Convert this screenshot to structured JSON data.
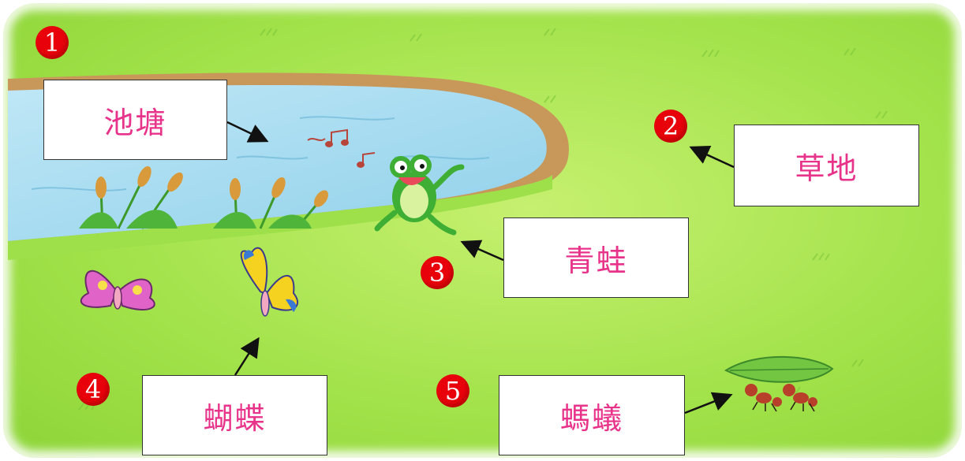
{
  "labels": {
    "pond": "池塘",
    "grass": "草地",
    "frog": "青蛙",
    "butterfly": "蝴蝶",
    "ant": "螞蟻"
  },
  "badges": {
    "one": "1",
    "two": "2",
    "three": "3",
    "four": "4",
    "five": "5"
  },
  "colors": {
    "label_text": "#e8338a",
    "badge": "#e8000b",
    "grass": "#9ee04a",
    "water": "#a8dcef"
  }
}
